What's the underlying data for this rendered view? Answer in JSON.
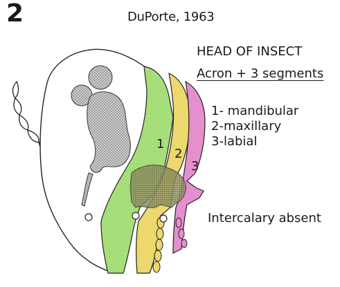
{
  "figure": {
    "number": "2",
    "citation": "DuPorte, 1963",
    "title": "HEAD OF INSECT",
    "subtitle": "Acron + 3 segments",
    "segments": [
      {
        "label": "1- mandibular",
        "number": "1",
        "color": "#a7e07a"
      },
      {
        "label": "2-maxillary",
        "number": "2",
        "color": "#ecd86c"
      },
      {
        "label": "3-labial",
        "number": "3",
        "color": "#e58fcd"
      }
    ],
    "note": "Intercalary absent"
  }
}
